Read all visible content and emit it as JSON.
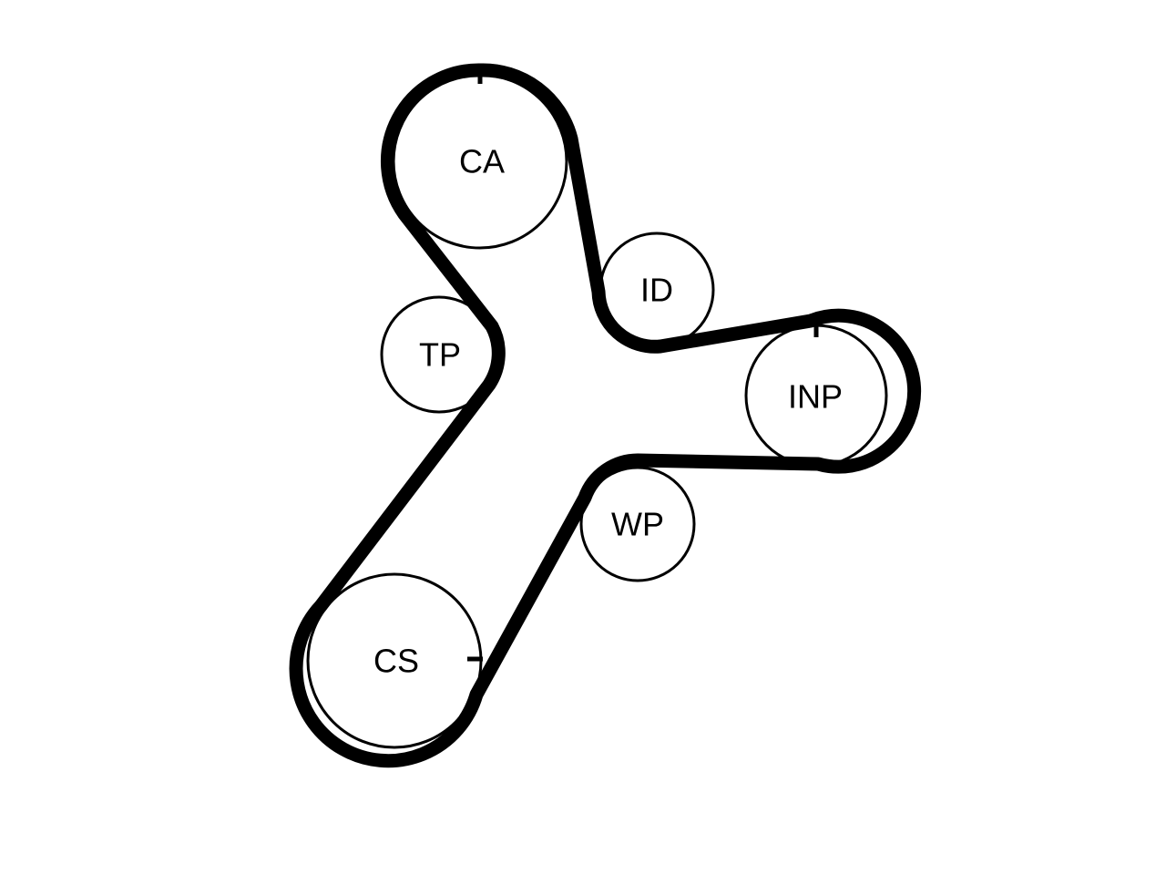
{
  "diagram": {
    "colors": {
      "background": "#ffffff",
      "line": "#000000"
    },
    "pulleys": {
      "ca": {
        "label": "CA"
      },
      "id": {
        "label": "ID"
      },
      "tp": {
        "label": "TP"
      },
      "inp": {
        "label": "INP"
      },
      "wp": {
        "label": "WP"
      },
      "cs": {
        "label": "CS"
      }
    }
  }
}
